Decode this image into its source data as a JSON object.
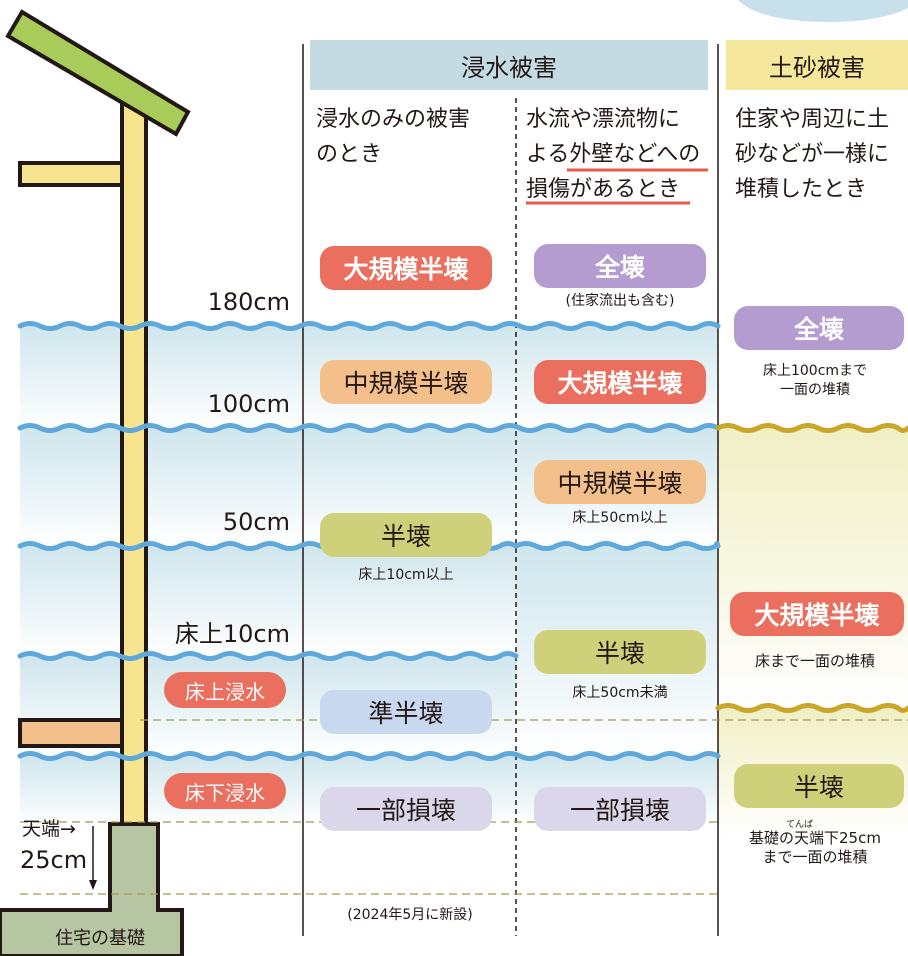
{
  "colors": {
    "flood_header": "#c5dbe3",
    "sediment_header": "#f5e79b",
    "red": "#ea6f5e",
    "orange": "#f3c08c",
    "yellow_green": "#cfd07a",
    "lavender": "#b49bd0",
    "light_blue": "#c7d8ef",
    "gray_lavender": "#d9d7e9",
    "water_wave": "#5ea8dc",
    "sediment_wave": "#c9a62a",
    "house_green": "#a8cc5a",
    "pillar_yellow": "#f6e48e",
    "foundation": "#b6c6a2"
  },
  "headers": {
    "flood": "浸水被害",
    "sediment": "土砂被害"
  },
  "columns": {
    "flood_only": [
      "浸水のみの被害",
      "のとき"
    ],
    "flow": {
      "lines": [
        [
          {
            "t": "水流や漂流物に",
            "u": false
          }
        ],
        [
          {
            "t": "よる",
            "u": false
          },
          {
            "t": "外壁などへの",
            "u": true
          }
        ],
        [
          {
            "t": "損傷があるとき",
            "u": true
          }
        ]
      ]
    },
    "sediment": [
      "住家や周辺に土",
      "砂などが一様に",
      "堆積したとき"
    ]
  },
  "levels": {
    "l180": "180cm",
    "l100": "100cm",
    "l50": "50cm",
    "l10": "床上10cm"
  },
  "tags": {
    "above_floor": "床上浸水",
    "below_floor": "床下浸水"
  },
  "col_flood": {
    "p1": "大規模半壊",
    "p2": "中規模半壊",
    "p3": "半壊",
    "p3_note": "床上10cm以上",
    "p4": "準半壊",
    "p5": "一部損壊",
    "p5_note": "(2024年5月に新設)"
  },
  "col_flow": {
    "p1": "全壊",
    "p1_note": "(住家流出も含む)",
    "p2": "大規模半壊",
    "p3": "中規模半壊",
    "p3_note": "床上50cm以上",
    "p4": "半壊",
    "p4_note": "床上50cm未満",
    "p5": "一部損壊"
  },
  "col_sediment": {
    "p1": "全壊",
    "p1_note": [
      "床上100cmまで",
      "一面の堆積"
    ],
    "p2": "大規模半壊",
    "p2_note": "床まで一面の堆積",
    "p3": "半壊",
    "p3_ruby": "てんば",
    "p3_note": [
      "基礎の天端下25cm",
      "まで一面の堆積"
    ]
  },
  "house": {
    "tenba": "天端→",
    "cm25": "25cm",
    "foundation": "住宅の基礎"
  }
}
